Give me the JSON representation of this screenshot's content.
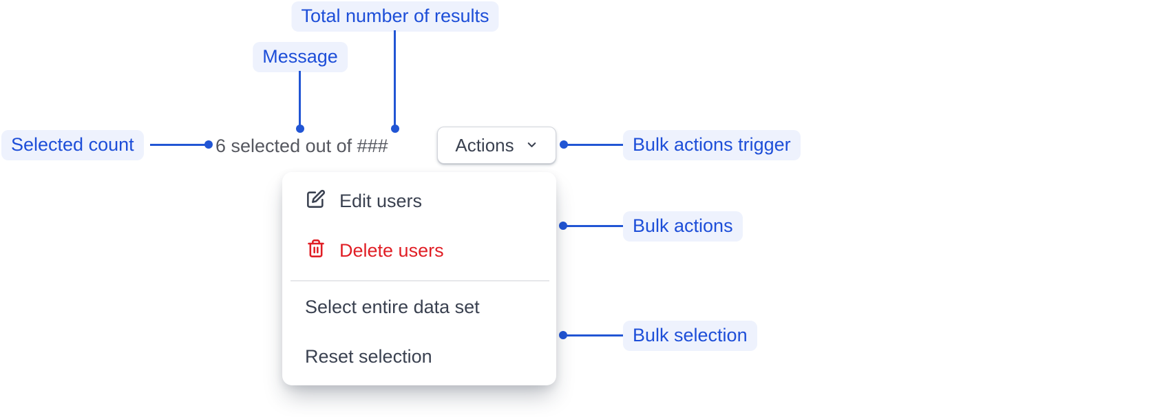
{
  "annotations": [
    {
      "id": "total-number-of-results",
      "label": "Total number of results"
    },
    {
      "id": "message",
      "label": "Message"
    },
    {
      "id": "selected-count",
      "label": "Selected count"
    },
    {
      "id": "bulk-actions-trigger",
      "label": "Bulk actions trigger"
    },
    {
      "id": "bulk-actions",
      "label": "Bulk actions"
    },
    {
      "id": "bulk-selection",
      "label": "Bulk selection"
    }
  ],
  "selection_bar": {
    "message": "6 selected out of ###",
    "selected_count": "6",
    "total_placeholder": "###",
    "actions_button": {
      "label": "Actions",
      "icon": "chevron-down-icon"
    }
  },
  "menu": {
    "items": [
      {
        "label": "Edit users",
        "icon": "edit-icon",
        "variant": "default"
      },
      {
        "label": "Delete users",
        "icon": "trash-icon",
        "variant": "danger"
      },
      {
        "divider": true
      },
      {
        "label": "Select entire data set",
        "icon": null,
        "variant": "default"
      },
      {
        "label": "Reset selection",
        "icon": null,
        "variant": "default"
      }
    ]
  },
  "colors": {
    "annotation_accent": "#2155d4",
    "annotation_label_bg": "#eef2fd",
    "annotation_label_text": "#1d4ed8",
    "danger_red": "#e01e25",
    "menu_text": "#3a4150",
    "muted_text": "#55575f",
    "button_border": "#d2d5db"
  }
}
